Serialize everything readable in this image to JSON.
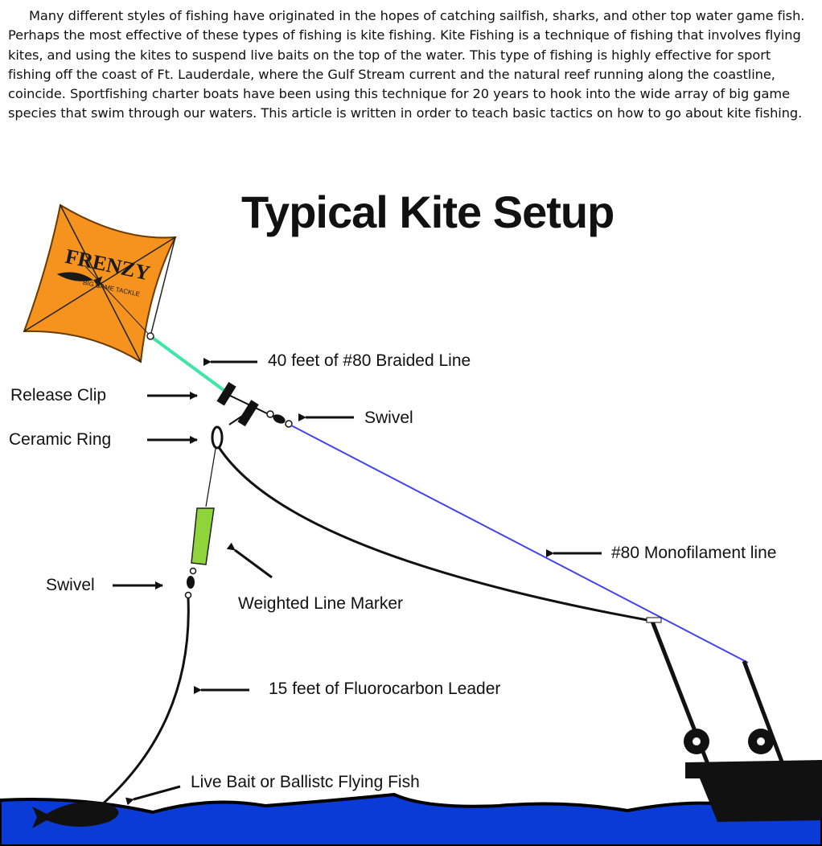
{
  "intro_text": "Many different styles of fishing have originated in the hopes of catching sailfish, sharks, and other top water game fish.  Perhaps the most effective of these types of fishing is kite fishing.  Kite Fishing is a technique of fishing that involves flying kites, and using the kites to suspend live baits on the top of the water.  This type of fishing is highly effective for sport fishing off the coast of Ft. Lauderdale, where the Gulf Stream current and the natural reef running along the coastline, coincide.  Sportfishing charter boats have been using this technique for 20 years to hook into the wide array of big game species that swim through our waters.  This article is written in order to teach basic tactics on how to go about kite fishing.",
  "diagram": {
    "title": "Typical Kite Setup",
    "kite_brand": "FRENZY",
    "kite_subbrand": "BIG GAME TACKLE",
    "labels": {
      "braided_line": "40 feet of #80 Braided Line",
      "release_clip": "Release Clip",
      "swivel_upper": "Swivel",
      "ceramic_ring": "Ceramic Ring",
      "monofilament": "#80 Monofilament line",
      "swivel_lower": "Swivel",
      "line_marker": "Weighted Line Marker",
      "leader": "15 feet of Fluorocarbon Leader",
      "bait": "Live Bait or Ballistc Flying Fish"
    }
  },
  "colors": {
    "kite": "#f5931e",
    "braided_line": "#3ee6a6",
    "monofilament": "#4444ee",
    "marker": "#8ed43a",
    "water": "#0b3bd6",
    "ink": "#111111"
  }
}
